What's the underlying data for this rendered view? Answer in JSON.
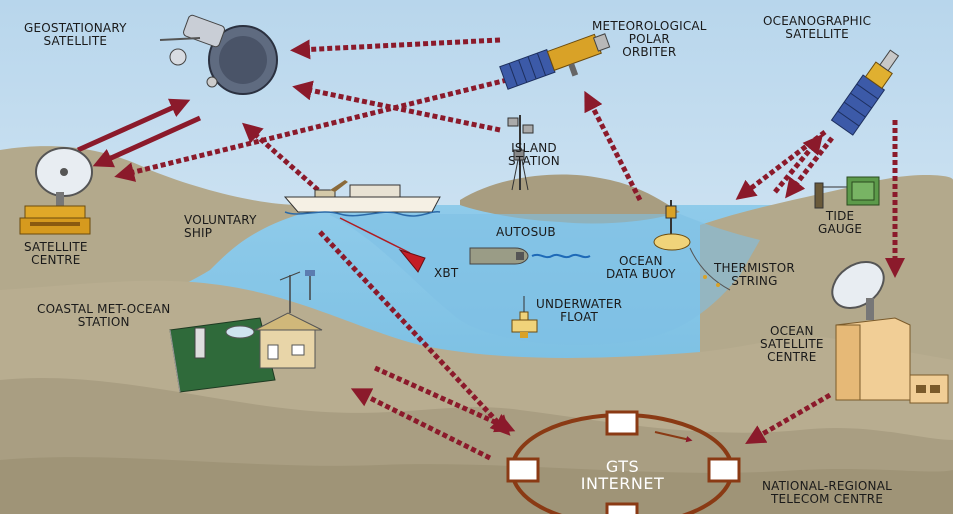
{
  "labels": {
    "geostationary_satellite": [
      "GEOSTATIONARY",
      "SATELLITE"
    ],
    "meteorological_polar_orbiter": [
      "METEOROLOGICAL",
      "POLAR",
      "ORBITER"
    ],
    "oceanographic_satellite": [
      "OCEANOGRAPHIC",
      "SATELLITE"
    ],
    "island_station": [
      "ISLAND",
      "STATION"
    ],
    "satellite_centre": [
      "SATELLITE",
      "CENTRE"
    ],
    "voluntary_ship": [
      "VOLUNTARY",
      "SHIP"
    ],
    "autosub": "AUTOSUB",
    "tide_gauge": [
      "TIDE",
      "GAUGE"
    ],
    "xbt": "XBT",
    "ocean_data_buoy": [
      "OCEAN",
      "DATA BUOY"
    ],
    "thermistor_string": [
      "THERMISTOR",
      "STRING"
    ],
    "coastal_met_ocean_station": [
      "COASTAL MET-OCEAN",
      "STATION"
    ],
    "underwater_float": [
      "UNDERWATER",
      "FLOAT"
    ],
    "ocean_satellite_centre": [
      "OCEAN",
      "SATELLITE",
      "CENTRE"
    ],
    "gts_internet": [
      "GTS",
      "INTERNET"
    ],
    "national_regional_telecom_centre": [
      "NATIONAL-REGIONAL",
      "TELECOM CENTRE"
    ]
  },
  "colors": {
    "sky_top": "#b8d6ec",
    "sky_bottom": "#e3eff8",
    "sea": "#7bbfe3",
    "land": "#b3a98c",
    "land_dark": "#9c9174",
    "arrow": "#8b1a2b",
    "ring": "#8a3a14",
    "node_border": "#8a3a14"
  }
}
